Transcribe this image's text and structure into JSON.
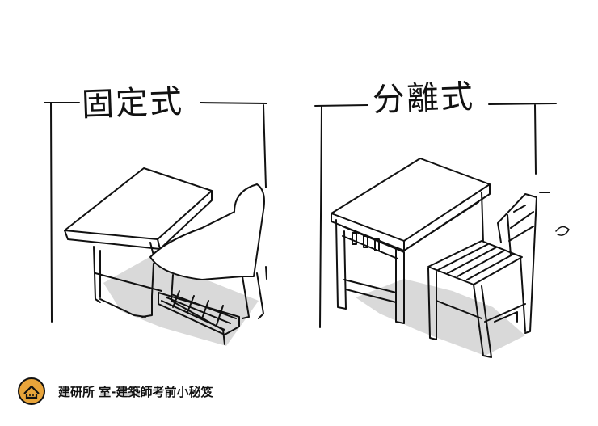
{
  "panels": {
    "left": {
      "title": "固定式"
    },
    "right": {
      "title": "分離式"
    }
  },
  "footer": {
    "caption": "建研所 室-建築師考前小秘笈",
    "logo_icon": "house-logo-icon",
    "logo_color": "#e8a43a"
  },
  "colors": {
    "ink": "#111111",
    "shadow": "#d6d6d6",
    "background": "#ffffff"
  }
}
